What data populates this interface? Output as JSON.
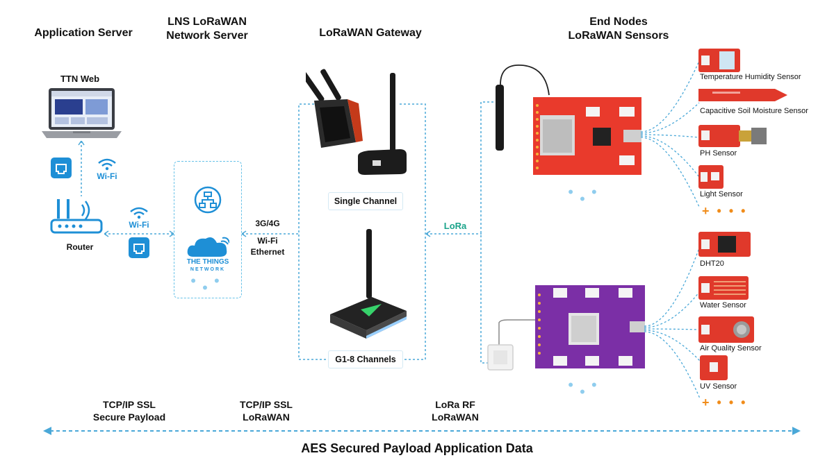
{
  "columns": {
    "app_server": "Application Server",
    "lns_line1": "LNS LoRaWAN",
    "lns_line2": "Network Server",
    "gateway": "LoRaWAN Gateway",
    "end_nodes_line1": "End Nodes",
    "end_nodes_line2": "LoRaWAN Sensors"
  },
  "app": {
    "ttn_web": "TTN Web",
    "router": "Router",
    "wifi_top": "Wi-Fi",
    "wifi_mid": "Wi-Fi"
  },
  "lns": {
    "logo_line1": "THE THINGS",
    "logo_line2": "NETWORK",
    "more": "• • •"
  },
  "links": {
    "uplink_1": "3G/4G",
    "uplink_2": "Wi-Fi",
    "uplink_3": "Ethernet",
    "lora": "LoRa"
  },
  "gateways": {
    "single": "Single Channel",
    "multi": "G1-8 Channels"
  },
  "sensors_red": [
    "Temperature Humidity Sensor",
    "Capacitive Soil Moisture Sensor",
    "PH Sensor",
    "Light Sensor"
  ],
  "sensors_purple": [
    "DHT20",
    "Water Sensor",
    "Air Quality Sensor",
    "UV Sensor"
  ],
  "node_more": "+ • • •",
  "node_dots": "• • •",
  "protocols": {
    "p1_line1": "TCP/IP SSL",
    "p1_line2": "Secure Payload",
    "p2_line1": "TCP/IP SSL",
    "p2_line2": "LoRaWAN",
    "p3_line1": "LoRa RF",
    "p3_line2": "LoRaWAN"
  },
  "footer": "AES Secured Payload Application Data",
  "colors": {
    "dashed_line": "#4aa8d8",
    "wifi": "#1e8fd6",
    "lora": "#1aa38a",
    "red_board": "#e93a2c",
    "purple_board": "#7b2fa6",
    "sensor_red": "#e0392b"
  }
}
